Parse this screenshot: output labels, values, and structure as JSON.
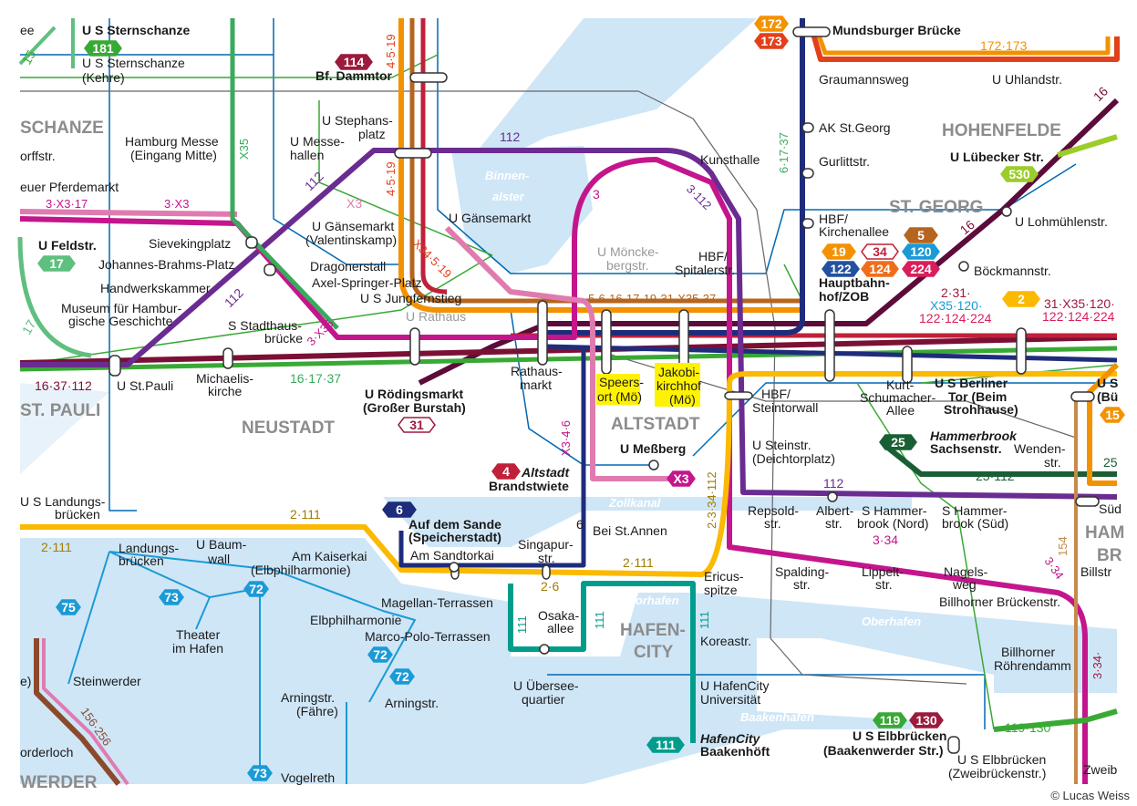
{
  "labels": [
    "ee",
    "U S Sternschanze",
    "U S Sternschanze",
    "(Kehre)",
    "15",
    "SCHANZE",
    "orffstr.",
    "euer Pferdemarkt",
    "3·X3·17",
    "3·X3",
    "U Feldstr.",
    "Sievekingplatz",
    "Johannes-Brahms-Platz",
    "Handwerkskammer",
    "Museum für Hambur-",
    "gische Geschichte",
    "17",
    "16·37·112",
    "U St.Pauli",
    "ST. PAULI",
    "Michaelis-",
    "kirche",
    "NEUSTADT",
    "U S Landungs-",
    "brücken",
    "2·111",
    "Landungs-",
    "brücken",
    "U Baum-",
    "wall",
    "2·111",
    "Am Kaiserkai",
    "(Elbphilharmonie)",
    "Theater",
    "im Hafen",
    "Steinwerder",
    "Elbphilharmonie",
    "Magellan-Terrassen",
    "Marco-Polo-Terrassen",
    "Arningstr.",
    "(Fähre)",
    "Arningstr.",
    "Vogelreth",
    "orderloch",
    "WERDER",
    "156·256",
    "4·5·19",
    "Bf. Dammtor",
    "Hamburg Messe",
    "(Eingang Mitte)",
    "X35",
    "U Messe-",
    "hallen",
    "U Stephans-",
    "platz",
    "4·5·19",
    "112",
    "112",
    "X3",
    "U Gänsemarkt",
    "(Valentinskamp)",
    "X34·5·19",
    "U Gänsemarkt",
    "Binnen-",
    "alster",
    "Dragonerstall",
    "Axel-Springer-Platz",
    "U S Jungfernstieg",
    "112",
    "3·X35",
    "S Stadthaus-",
    "brücke",
    "U Rathaus",
    "16·17·37",
    "U Rödingsmarkt",
    "(Großer Burstah)",
    "U Möncke-",
    "bergstr.",
    "5·6·16·17·19·31·X35·37",
    "3",
    "Rathaus-",
    "markt",
    "Speers-",
    "ort (Mö)",
    "Jakobi-",
    "kirchhof",
    "(Mö)",
    "ALTSTADT",
    "X3·4·6",
    "U Meßberg",
    "Altstadt",
    "Brandstwiete",
    "Zollkanal",
    "Auf dem Sande",
    "(Speicherstadt)",
    "Am Sandtorkai",
    "6",
    "Bei St.Annen",
    "Singapur-",
    "str.",
    "2·6",
    "2·111",
    "Brooktorhafen",
    "Osaka-",
    "allee",
    "111",
    "111",
    "111",
    "HAFEN-",
    "CITY",
    "Koreastr.",
    "U Übersee-",
    "quartier",
    "U HafenCity",
    "Universität",
    "Baakenhafen",
    "HafenCity",
    "Baakenhöft",
    "Ericus-",
    "spitze",
    "Mundsburger Brücke",
    "172·173",
    "Graumannsweg",
    "U Uhlandstr.",
    "16",
    "AK St.Georg",
    "HOHENFELDE",
    "6·17·37",
    "Gurlittstr.",
    "U Lübecker Str.",
    "Kunsthalle",
    "3·112",
    "ST. GEORG",
    "HBF/",
    "Kirchenallee",
    "U Lohmühlenstr.",
    "16",
    "Böckmannstr.",
    "HBF/",
    "Spitalerstr.",
    "Hauptbahn-",
    "hof/ZOB",
    "2·31·",
    "X35·120·",
    "122·124·224",
    "31·X35·120·",
    "122·124·224",
    "Kurt-",
    "Schumacher-",
    "Allee",
    "U S Berliner",
    "Tor (Beim",
    "Strohhause)",
    "U S",
    "(Bü",
    "HBF/",
    "Steintorwall",
    "U Steinstr.",
    "(Deichtorplatz)",
    "Hammerbrook",
    "Sachsenstr.",
    "Wenden-",
    "str.",
    "25",
    "112",
    "25·112",
    "Repsold-",
    "str.",
    "Albert-",
    "str.",
    "S Hammer-",
    "brook (Nord)",
    "S Hammer-",
    "brook (Süd)",
    "Süd",
    "2·3·34·112",
    "154",
    "HAM",
    "BR",
    "3·34",
    "3·34",
    "Billstr",
    "Spalding-",
    "str.",
    "Lippelt-",
    "str.",
    "Nagels-",
    "weg",
    "Billhorner Brückenstr.",
    "Oberhafen",
    "Billhorner",
    "Röhrendamm",
    "3·34·",
    "U S Elbbrücken",
    "(Baakenwerder Str.)",
    "119·130",
    "U S Elbbrücken",
    "(Zweibrückenstr.)",
    "Zweib",
    "e)"
  ],
  "badges": [
    {
      "label": "181",
      "color": "#39a935"
    },
    {
      "label": "114",
      "color": "#9c1b3d"
    },
    {
      "label": "172",
      "color": "#f39200"
    },
    {
      "label": "173",
      "color": "#e2401a"
    },
    {
      "label": "17",
      "color": "#5fbf7f"
    },
    {
      "label": "5",
      "color": "#b5651d"
    },
    {
      "label": "19",
      "color": "#f39200"
    },
    {
      "label": "34",
      "color": "outline:#c0203a"
    },
    {
      "label": "120",
      "color": "#1b9ad6"
    },
    {
      "label": "122",
      "color": "#2350a0"
    },
    {
      "label": "124",
      "color": "#f06e1a"
    },
    {
      "label": "224",
      "color": "#d91e5b"
    },
    {
      "label": "530",
      "color": "#9ccc2a"
    },
    {
      "label": "2",
      "color": "#fbb900"
    },
    {
      "label": "25",
      "color": "#1a5e35"
    },
    {
      "label": "4",
      "color": "#c0203a"
    },
    {
      "label": "X3",
      "color": "#c4168c"
    },
    {
      "label": "6",
      "color": "#1f2c7c"
    },
    {
      "label": "31",
      "color": "outline:#9c1b3d"
    },
    {
      "label": "111",
      "color": "#009d8c"
    },
    {
      "label": "119",
      "color": "#39a935"
    },
    {
      "label": "130",
      "color": "#9c1b3d"
    },
    {
      "label": "75",
      "color": "#1b9ad6"
    },
    {
      "label": "73",
      "color": "#1b9ad6"
    },
    {
      "label": "72",
      "color": "#1b9ad6"
    },
    {
      "label": "72",
      "color": "#1b9ad6"
    },
    {
      "label": "72",
      "color": "#1b9ad6"
    },
    {
      "label": "73",
      "color": "#1b9ad6"
    },
    {
      "label": "15",
      "color": "#f39200"
    }
  ],
  "colors": {
    "water": "#cfe6f7",
    "ubahn": "#0068b4",
    "sbahn": "#39a935"
  },
  "copyright": "© Lucas Weiss"
}
